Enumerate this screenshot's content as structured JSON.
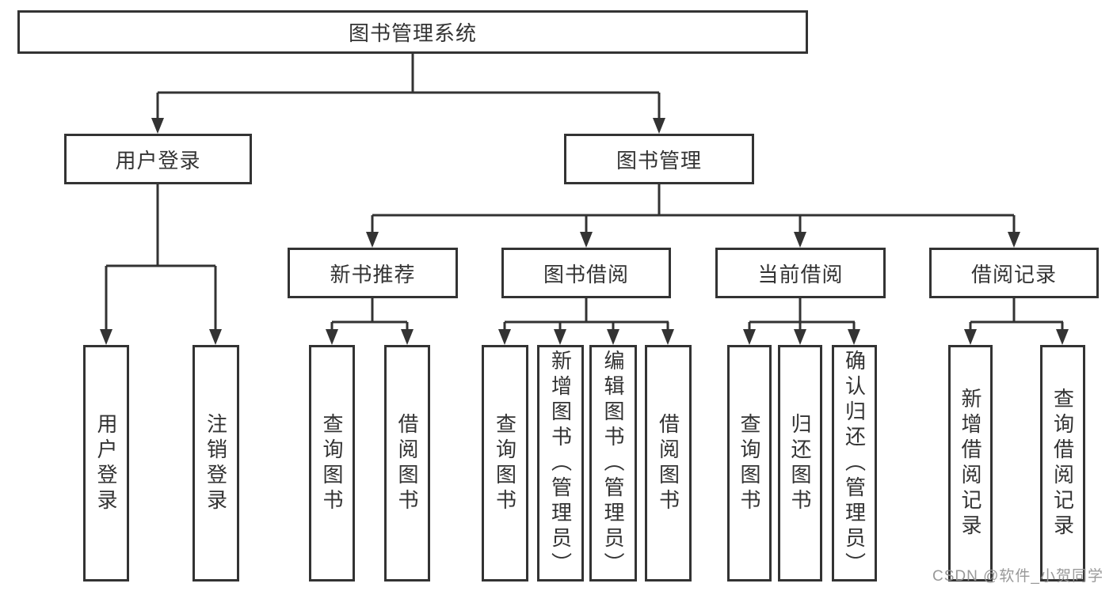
{
  "diagram": {
    "type": "hierarchy-flowchart",
    "tree": {
      "label": "图书管理系统",
      "children": [
        {
          "label": "用户登录",
          "children": [
            {
              "label": "用户登录"
            },
            {
              "label": "注销登录"
            }
          ]
        },
        {
          "label": "图书管理",
          "children": [
            {
              "label": "新书推荐",
              "children": [
                {
                  "label": "查询图书"
                },
                {
                  "label": "借阅图书"
                }
              ]
            },
            {
              "label": "图书借阅",
              "children": [
                {
                  "label": "查询图书"
                },
                {
                  "label": "新增图书（管理员）"
                },
                {
                  "label": "编辑图书（管理员）"
                },
                {
                  "label": "借阅图书"
                }
              ]
            },
            {
              "label": "当前借阅",
              "children": [
                {
                  "label": "查询图书"
                },
                {
                  "label": "归还图书"
                },
                {
                  "label": "确认归还（管理员）"
                }
              ]
            },
            {
              "label": "借阅记录",
              "children": [
                {
                  "label": "新增借阅记录"
                },
                {
                  "label": "查询借阅记录"
                }
              ]
            }
          ]
        }
      ]
    },
    "colors": {
      "line": "#333333",
      "text": "#333333",
      "background": "#ffffff",
      "watermark": "#949494"
    }
  },
  "watermark": {
    "text": "CSDN @软件_小贺同学"
  }
}
